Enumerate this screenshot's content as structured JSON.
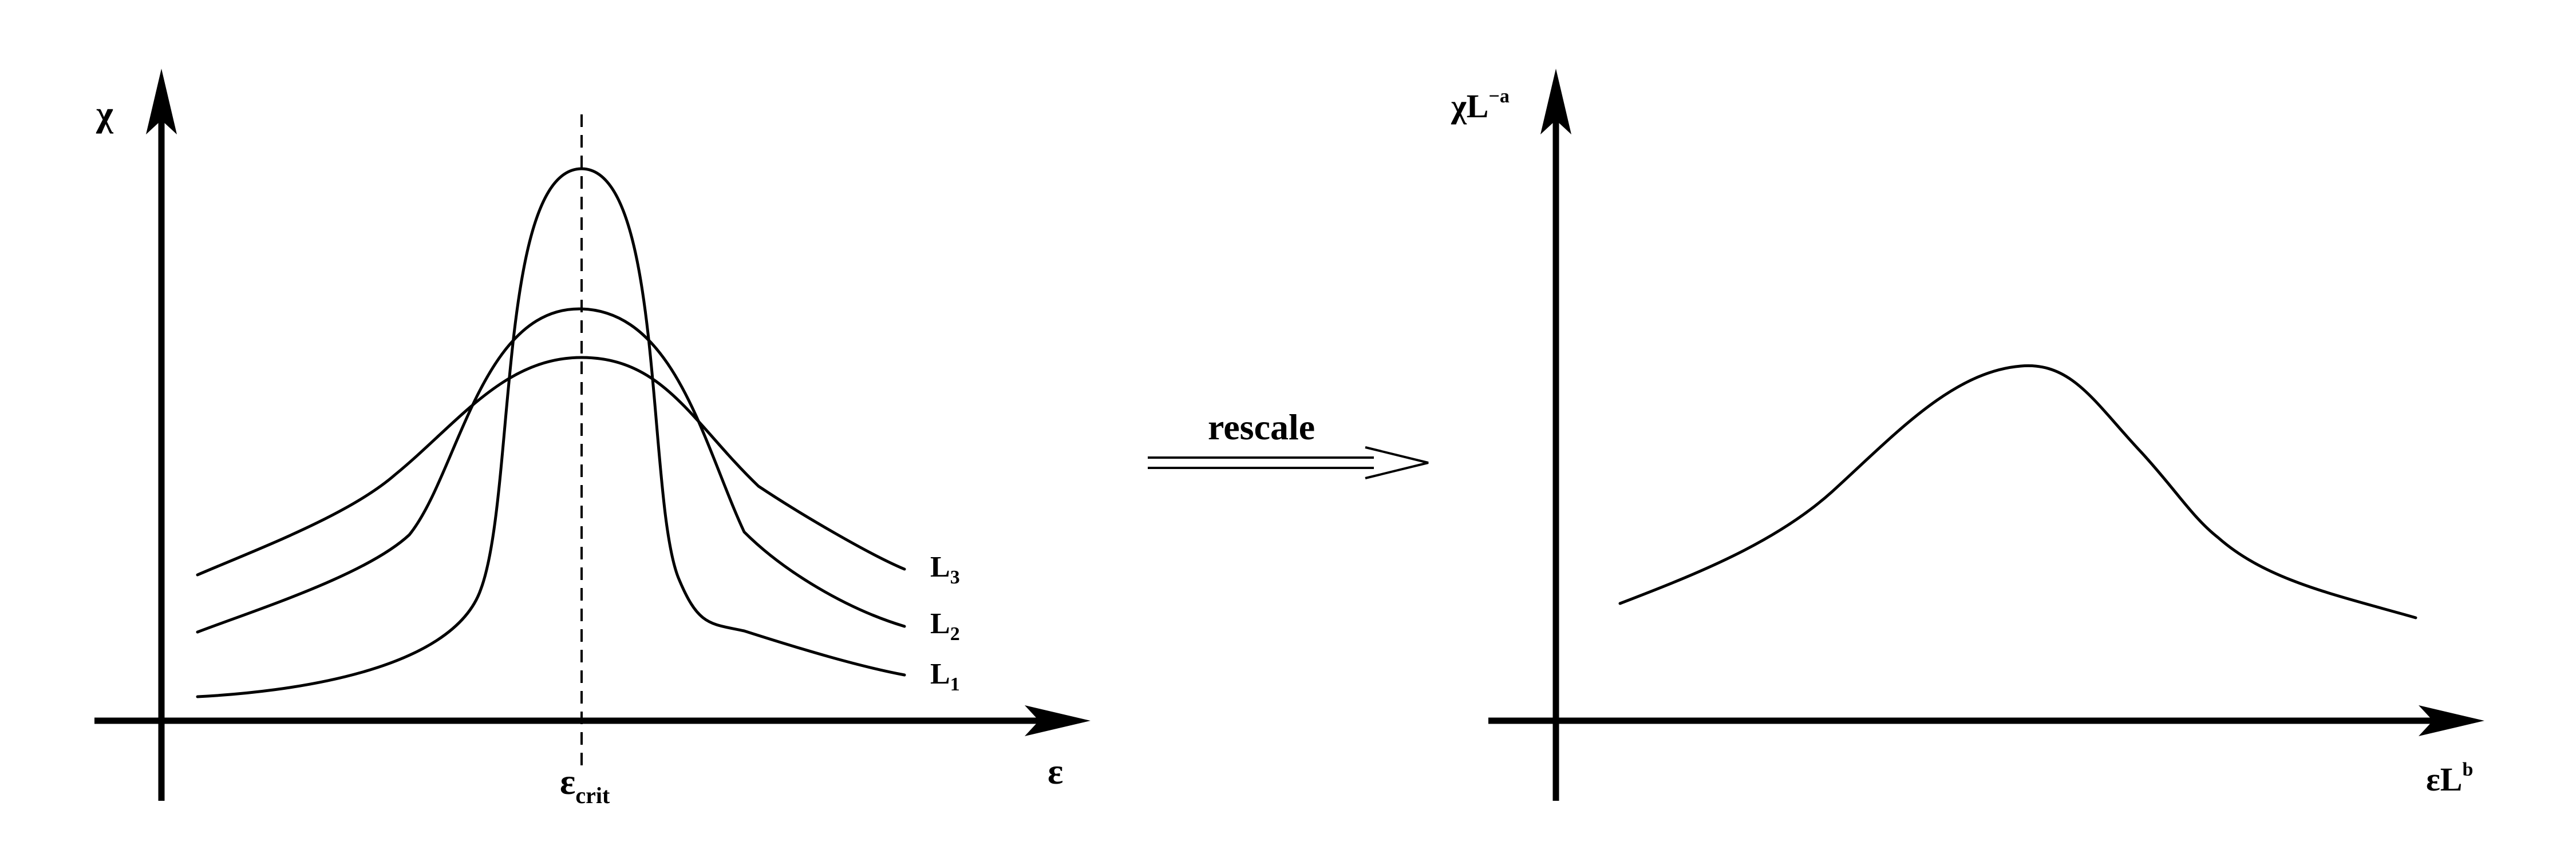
{
  "left_panel": {
    "y_axis_label": "χ",
    "x_axis_label": "ε",
    "critical_marker": {
      "base": "ε",
      "subscript": "crit"
    },
    "curves": [
      {
        "name": "L",
        "subscript": "1"
      },
      {
        "name": "L",
        "subscript": "2"
      },
      {
        "name": "L",
        "subscript": "3"
      }
    ]
  },
  "arrow": {
    "label": "rescale"
  },
  "right_panel": {
    "y_axis_label": {
      "base": "χL",
      "superscript": "−a"
    },
    "x_axis_label": {
      "base": "εL",
      "superscript": "b"
    }
  }
}
